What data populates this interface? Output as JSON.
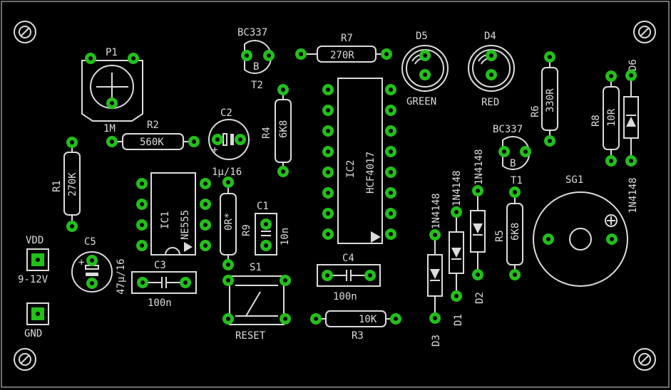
{
  "labels": {
    "bc337_top": "BC337",
    "t2": "T2",
    "p1": "P1",
    "p1_value": "1M",
    "r7": "R7",
    "r7_value": "270R",
    "d5": "D5",
    "d5_color": "GREEN",
    "d4": "D4",
    "d4_color": "RED",
    "r6": "R6",
    "r6_value": "330R",
    "r8": "R8",
    "r8_value": "10R",
    "d6": "D6",
    "d6_part": "1N4148",
    "c2": "C2",
    "c2_value": "1µ/16",
    "r2": "R2",
    "r2_value": "560K",
    "r4": "R4",
    "r4_value": "6K8",
    "ic2": "IC2",
    "ic2_part": "HCF4017",
    "bc337_t1": "BC337",
    "b_t2": "B",
    "b_t1": "B",
    "t1": "T1",
    "sg1": "SG1",
    "r1": "R1",
    "r1_value": "270K",
    "ic1": "IC1",
    "ic1_part": "NE555",
    "r9": "R9",
    "r9_value": "0R*",
    "c1": "C1",
    "c1_value": "10n",
    "d3_part": "1N4148",
    "d1_part": "1N4148",
    "d2_part": "1N4148",
    "r5": "R5",
    "r5_value": "6K8",
    "vdd": "VDD",
    "vdd_range": "9-12V",
    "c5": "C5",
    "c5_value": "47µ/16",
    "c3": "C3",
    "c3_value": "100n",
    "s1": "S1",
    "s1_name": "RESET",
    "c4": "C4",
    "c4_value": "100n",
    "r3": "R3",
    "r3_value": "10K",
    "d3": "D3",
    "d1": "D1",
    "d2": "D2",
    "gnd": "GND"
  },
  "colors": {
    "background": "#000000",
    "silkscreen": "#dcdcdc",
    "pad": "#22c01a"
  }
}
